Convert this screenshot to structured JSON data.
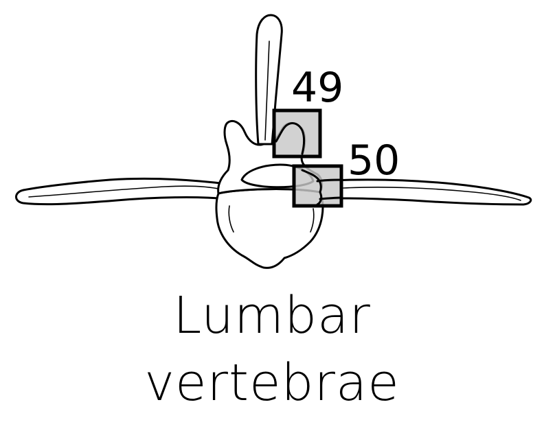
{
  "figure": {
    "labels": {
      "region_a": "49",
      "region_b": "50"
    },
    "caption": {
      "line1": "Lumbar",
      "line2": "vertebrae"
    },
    "colors": {
      "outline": "#000000",
      "bone_fill": "#ffffff",
      "highlight_fill": "#c8c8c8"
    }
  }
}
